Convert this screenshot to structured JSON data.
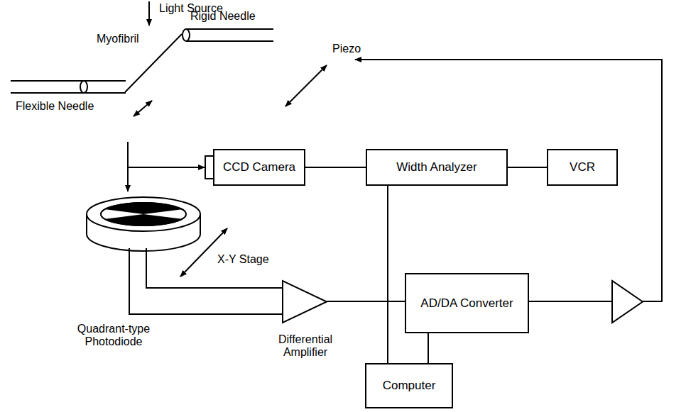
{
  "diagram": {
    "nodes": [
      {
        "text": [
          "CCD Camera"
        ]
      },
      {
        "text": [
          "Width Analyzer"
        ]
      },
      {
        "text": [
          "VCR"
        ]
      },
      {
        "text": [
          "AD/DA Converter"
        ]
      },
      {
        "text": [
          "Computer"
        ]
      }
    ],
    "edges": [
      {
        "from": 0,
        "to": 1,
        "arrow": "none"
      },
      {
        "from": 1,
        "to": 2,
        "arrow": "none"
      },
      {
        "from": 1,
        "to": 4,
        "arrow": "none"
      },
      {
        "from": 3,
        "to": 4,
        "arrow": "none"
      }
    ],
    "labels": [
      "Light Source",
      "Rigid Needle",
      "Myofibril",
      "Flexible Needle",
      "Piezo",
      "X-Y Stage",
      "Quadrant-type Photodiode",
      "Differential Amplifier"
    ]
  }
}
